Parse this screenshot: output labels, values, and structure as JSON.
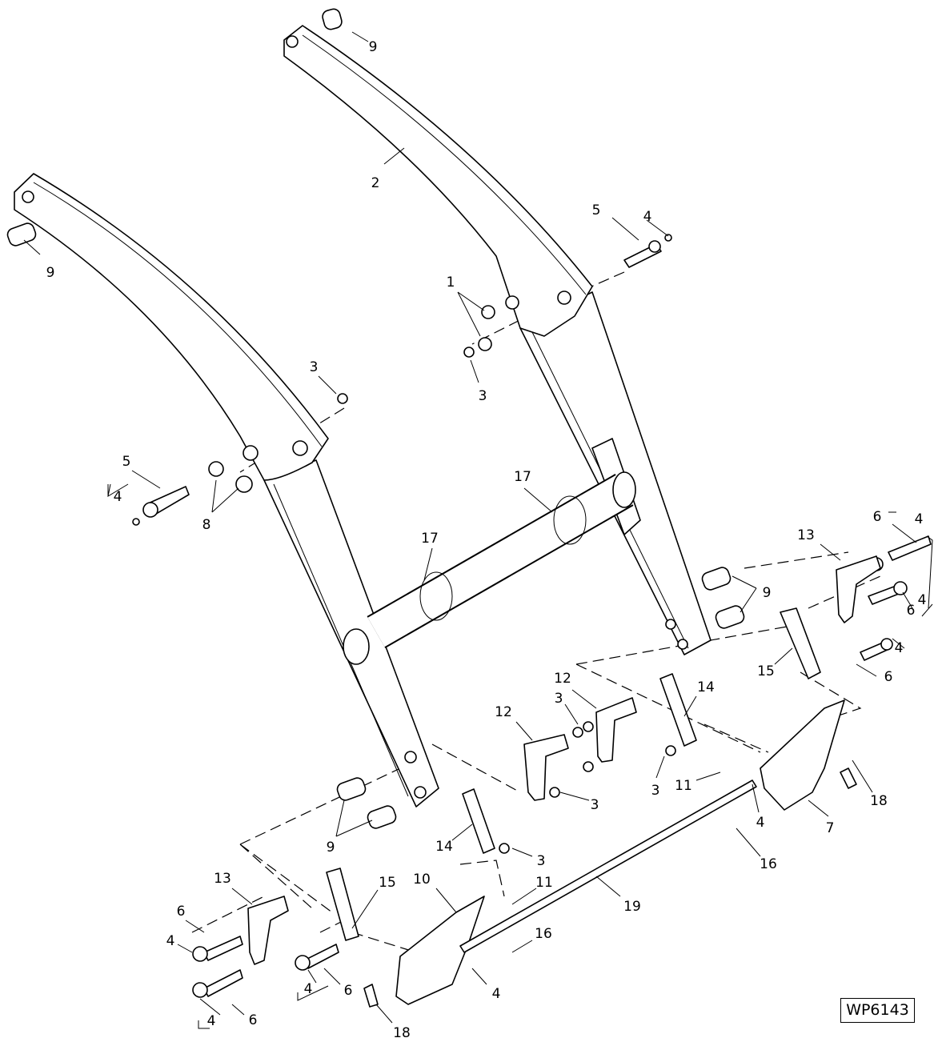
{
  "diagram_code": "WP6143",
  "callouts": [
    "9",
    "2",
    "9",
    "5",
    "4",
    "1",
    "3",
    "3",
    "5",
    "4",
    "8",
    "17",
    "17",
    "13",
    "6",
    "4",
    "9",
    "4",
    "6",
    "4",
    "6",
    "15",
    "12",
    "14",
    "3",
    "12",
    "3",
    "11",
    "3",
    "18",
    "4",
    "7",
    "9",
    "14",
    "3",
    "16",
    "13",
    "15",
    "10",
    "11",
    "19",
    "6",
    "16",
    "4",
    "4",
    "6",
    "4",
    "4",
    "6",
    "18"
  ]
}
